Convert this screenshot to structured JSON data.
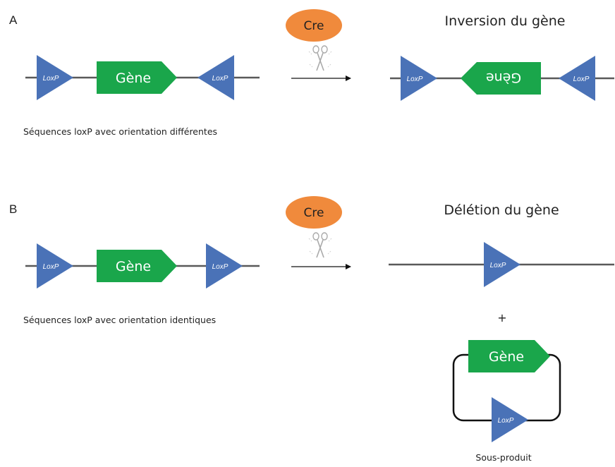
{
  "colors": {
    "loxp": "#4a72b7",
    "gene": "#1aa64b",
    "cre": "#f08a3c",
    "line": "#595959",
    "arrow": "#111111"
  },
  "panel_a": {
    "letter": "A",
    "title": "Inversion du gène",
    "caption": "Séquences loxP avec orientation différentes",
    "enzyme": "Cre",
    "gene_label": "Gène",
    "gene_label_inverted": "Gène",
    "loxp_label": "LoxP"
  },
  "panel_b": {
    "letter": "B",
    "title": "Délétion du gène",
    "caption": "Séquences loxP avec orientation identiques",
    "enzyme": "Cre",
    "gene_label": "Gène",
    "loxp_label": "LoxP",
    "plus": "+",
    "byproduct_gene_label": "Gène",
    "byproduct_label": "Sous-produit"
  },
  "icons": {
    "scissors": "scissors-icon",
    "arrow": "right-arrow-icon"
  }
}
